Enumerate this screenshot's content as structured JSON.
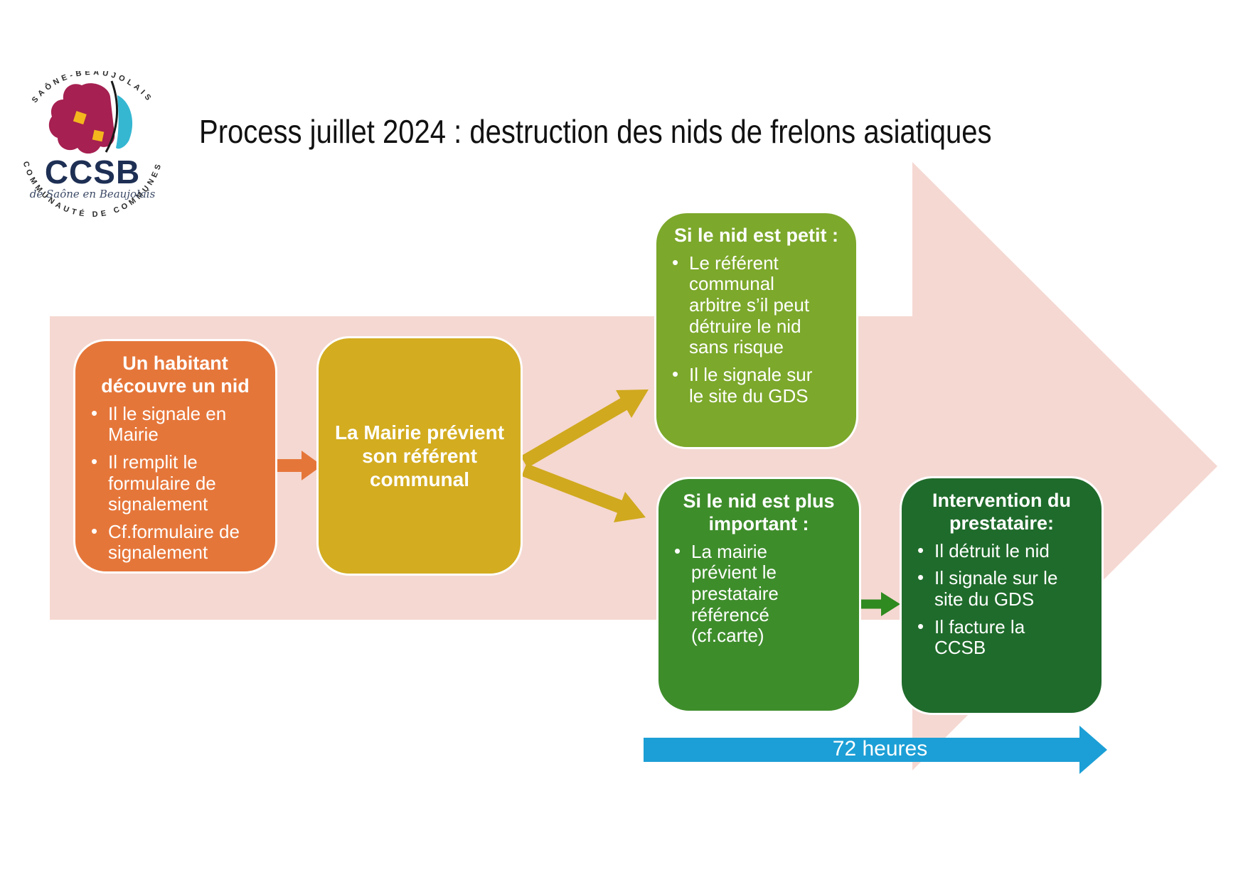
{
  "title": "Process juillet 2024 : destruction des nids de frelons asiatiques",
  "logo": {
    "arc_top": "SAÔNE-BEAUJOLAIS",
    "arc_bottom": "COMMUNAUTÉ DE COMMUNES",
    "acronym": "CCSB",
    "subtitle": "de Saône en Beaujolais"
  },
  "flow": {
    "step_resident": {
      "title": "Un habitant découvre un nid",
      "bullets": [
        "Il le signale en Mairie",
        "Il remplit le formulaire de signalement",
        "Cf.formulaire de signalement"
      ]
    },
    "step_mairie": {
      "title": "La Mairie prévient son référent communal"
    },
    "branch_small_nest": {
      "title": "Si le nid est petit :",
      "bullets": [
        "Le référent communal arbitre s’il peut détruire le nid sans risque",
        "Il le signale sur le site du GDS"
      ]
    },
    "branch_large_nest": {
      "title": "Si le nid est plus important :",
      "bullets": [
        "La mairie prévient le prestataire référencé (cf.carte)"
      ]
    },
    "step_provider": {
      "title": "Intervention du prestataire:",
      "bullets": [
        "Il détruit le nid",
        "Il signale sur le site du GDS",
        "Il facture la CCSB"
      ]
    },
    "timeline": {
      "label": "72 heures"
    }
  },
  "colors": {
    "pink_arrow": "#f5d8d2",
    "orange": "#e5763a",
    "gold": "#d3ac20",
    "gold_connector": "#d0a91e",
    "light_green": "#7ca82b",
    "medium_green": "#3e8d2b",
    "dark_green": "#1f6b2b",
    "green_connector": "#2f8a1f",
    "blue_timer": "#1c9fd6",
    "logo_navy": "#1e2f54"
  }
}
